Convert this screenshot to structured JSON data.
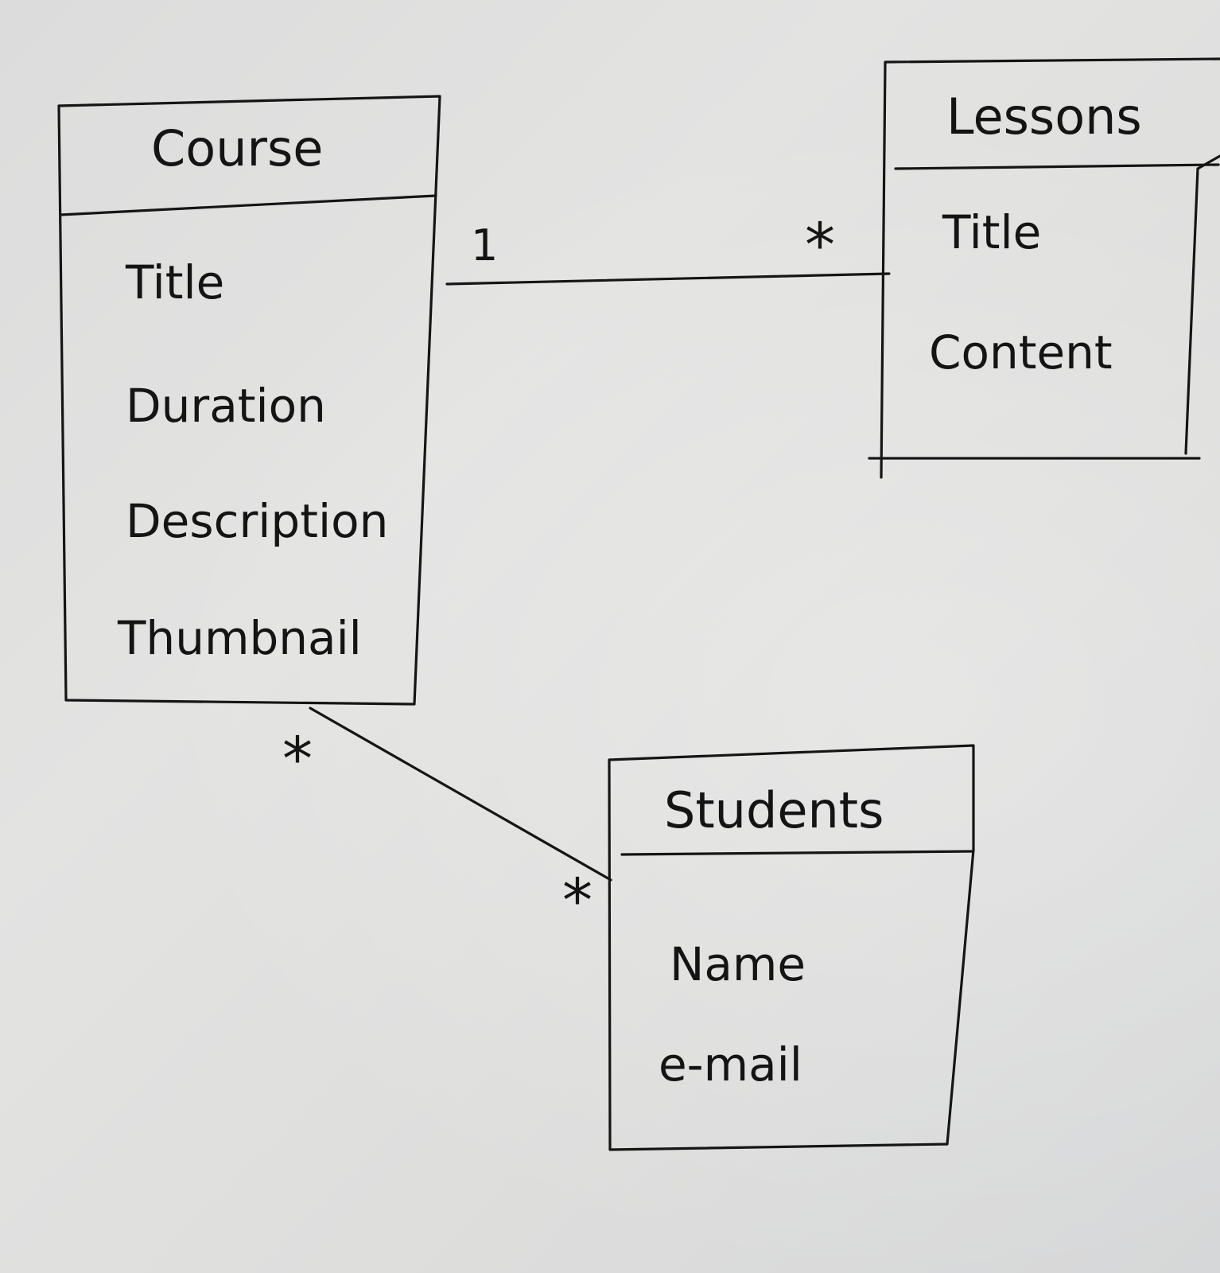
{
  "entities": {
    "course": {
      "title": "Course",
      "attributes": [
        "Title",
        "Duration",
        "Description",
        "Thumbnail"
      ]
    },
    "lessons": {
      "title": "Lessons",
      "attributes": [
        "Title",
        "Content"
      ]
    },
    "students": {
      "title": "Students",
      "attributes": [
        "Name",
        "e-mail"
      ]
    }
  },
  "relationships": {
    "course_lessons": {
      "from": "Course",
      "to": "Lessons",
      "from_multiplicity": "1",
      "to_multiplicity": "*"
    },
    "course_students": {
      "from": "Course",
      "to": "Students",
      "from_multiplicity": "*",
      "to_multiplicity": "*"
    }
  },
  "colors": {
    "ink": "#151515",
    "paper": "#dedede"
  }
}
